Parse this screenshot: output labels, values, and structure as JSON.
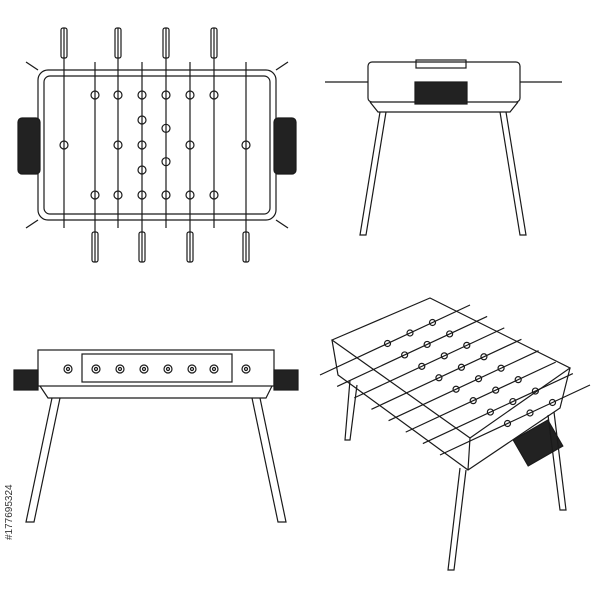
{
  "watermark": {
    "stock_id": "#177695324",
    "colors": {
      "line": "#1a1a1a",
      "background": "#ffffff"
    }
  },
  "views": [
    "top-view",
    "side-view",
    "front-view",
    "perspective-view"
  ]
}
